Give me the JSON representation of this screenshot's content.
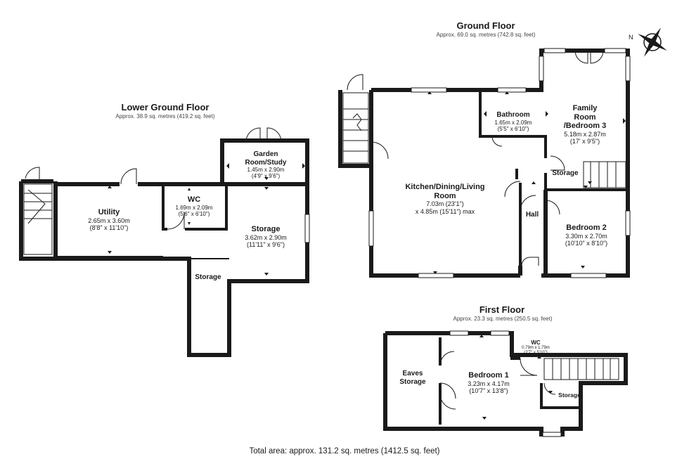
{
  "total_area": "Total area: approx. 131.2 sq. metres (1412.5 sq. feet)",
  "floors": {
    "lower_ground": {
      "title": "Lower Ground Floor",
      "area": "Approx. 38.9 sq. metres (419.2 sq. feet)",
      "rooms": {
        "utility": {
          "name": "Utility",
          "metric": "2.65m x 3.60m",
          "imperial": "(8'8\" x 11'10\")"
        },
        "wc": {
          "name": "WC",
          "metric": "1.69m x 2.09m",
          "imperial": "(5'6\" x 6'10\")"
        },
        "garden_room": {
          "name_line1": "Garden",
          "name_line2": "Room/Study",
          "metric": "1.45m x 2.90m",
          "imperial": "(4'9\" x 9'6\")"
        },
        "storage_main": {
          "name": "Storage",
          "metric": "3.62m x 2.90m",
          "imperial": "(11'11\" x 9'6\")"
        },
        "storage_corridor": {
          "name": "Storage"
        }
      }
    },
    "ground": {
      "title": "Ground Floor",
      "area": "Approx. 69.0 sq. metres (742.8 sq. feet)",
      "rooms": {
        "kitchen": {
          "name_line1": "Kitchen/Dining/Living",
          "name_line2": "Room",
          "metric": "7.03m (23'1\")",
          "imperial": "x 4.85m (15'11\") max"
        },
        "bathroom": {
          "name": "Bathroom",
          "metric": "1.65m x 2.09m",
          "imperial": "(5'5\" x 6'10\")"
        },
        "family_room": {
          "name_line1": "Family",
          "name_line2": "Room",
          "name_line3": "/Bedroom 3",
          "metric": "5.18m x 2.87m",
          "imperial": "(17' x 9'5\")"
        },
        "storage": {
          "name": "Storage"
        },
        "hall": {
          "name": "Hall"
        },
        "bedroom2": {
          "name": "Bedroom 2",
          "metric": "3.30m x 2.70m",
          "imperial": "(10'10\" x 8'10\")"
        }
      }
    },
    "first": {
      "title": "First Floor",
      "area": "Approx. 23.3 sq. metres (250.5 sq. feet)",
      "rooms": {
        "eaves": {
          "name_line1": "Eaves",
          "name_line2": "Storage"
        },
        "bedroom1": {
          "name": "Bedroom 1",
          "metric": "3.23m x 4.17m",
          "imperial": "(10'7\" x 13'8\")"
        },
        "wc": {
          "name": "WC",
          "metric": "0.79m x 1.79m",
          "imperial": "(2'7\" x 5'10\")"
        },
        "storage": {
          "name": "Storage"
        }
      }
    }
  },
  "colors": {
    "wall": "#1a1a1a",
    "window": "#ffffff",
    "text": "#1a1a1a"
  },
  "icons": {
    "compass": "compass-rose-icon"
  }
}
